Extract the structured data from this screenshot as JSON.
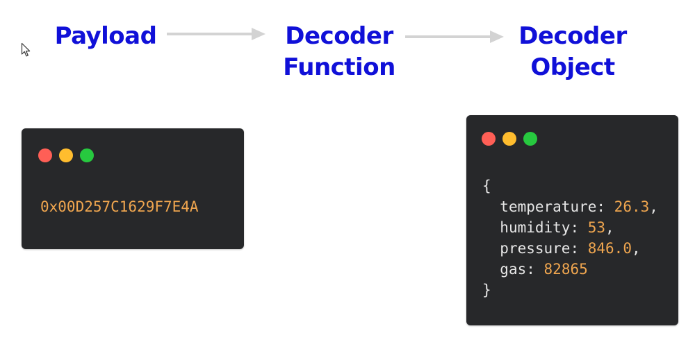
{
  "labels": {
    "payload": "Payload",
    "decoder_function": [
      "Decoder",
      "Function"
    ],
    "decoder_object": [
      "Decoder",
      "Object"
    ]
  },
  "payload_window": {
    "hex": "0x00D257C1629F7E4A"
  },
  "object_window": {
    "open_brace": "{",
    "close_brace": "}",
    "fields": [
      {
        "key": "temperature",
        "value": "26.3"
      },
      {
        "key": "humidity",
        "value": "53"
      },
      {
        "key": "pressure",
        "value": "846.0"
      },
      {
        "key": "gas",
        "value": "82865"
      }
    ]
  },
  "colors": {
    "label": "#1010d8",
    "arrow": "#d3d3d3",
    "window_bg": "#27282a",
    "code_text": "#e6e6e6",
    "number": "#f0a64f",
    "dot_red": "#ff5f56",
    "dot_yellow": "#ffbd2e",
    "dot_green": "#27c93f"
  }
}
